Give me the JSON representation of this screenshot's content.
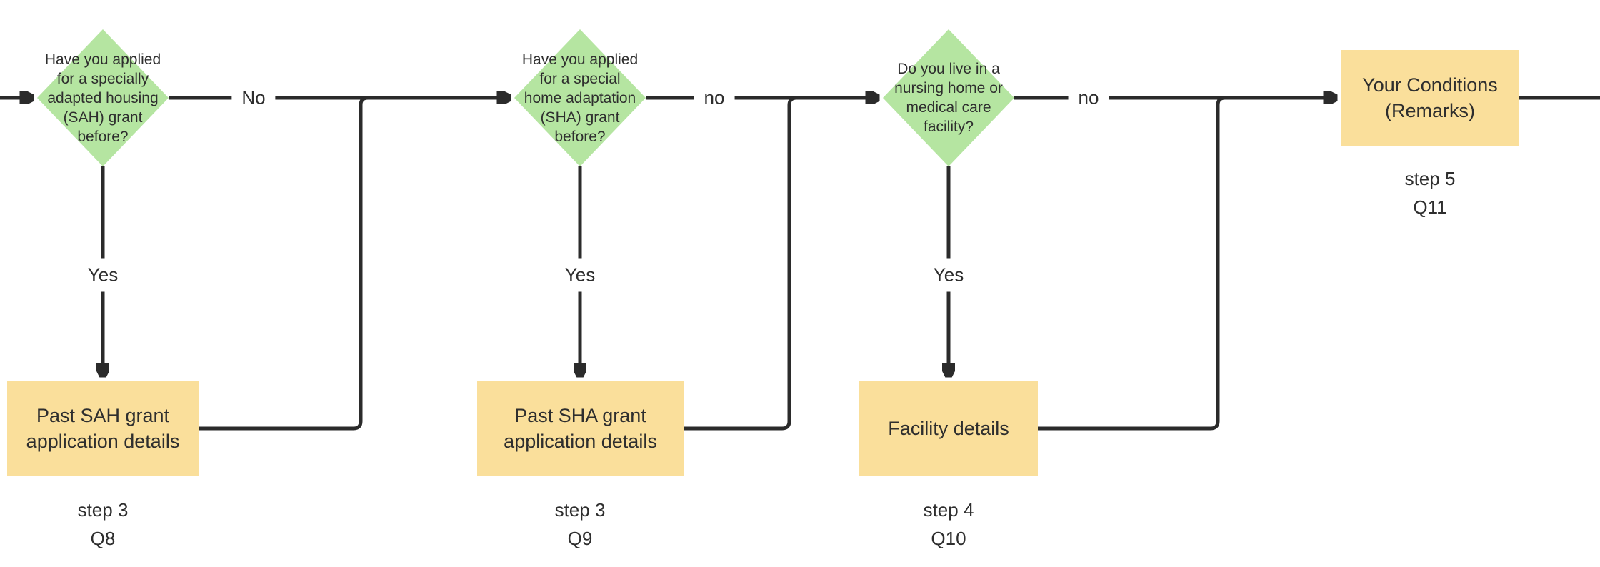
{
  "diagram": {
    "colors": {
      "decision_fill": "#b5e5a1",
      "process_fill": "#fadf9b",
      "connector_line": "#2b2b2b",
      "text": "#2e2e2e",
      "background": "#ffffff"
    },
    "decisions": [
      {
        "label": "Have you applied\nfor a specially\nadapted housing\n(SAH) grant\nbefore?",
        "no_label": "No",
        "yes_label": "Yes"
      },
      {
        "label": "Have you applied\nfor a special\nhome adaptation\n(SHA) grant\nbefore?",
        "no_label": "no",
        "yes_label": "Yes"
      },
      {
        "label": "Do you live in a\nnursing home or\nmedical care\nfacility?",
        "no_label": "no",
        "yes_label": "Yes"
      }
    ],
    "processes": [
      {
        "label": "Past SAH grant\napplication details",
        "step": "step 3",
        "question": "Q8"
      },
      {
        "label": "Past SHA grant\napplication details",
        "step": "step 3",
        "question": "Q9"
      },
      {
        "label": "Facility details",
        "step": "step 4",
        "question": "Q10"
      },
      {
        "label": "Your Conditions\n(Remarks)",
        "step": "step 5",
        "question": "Q11"
      }
    ]
  }
}
